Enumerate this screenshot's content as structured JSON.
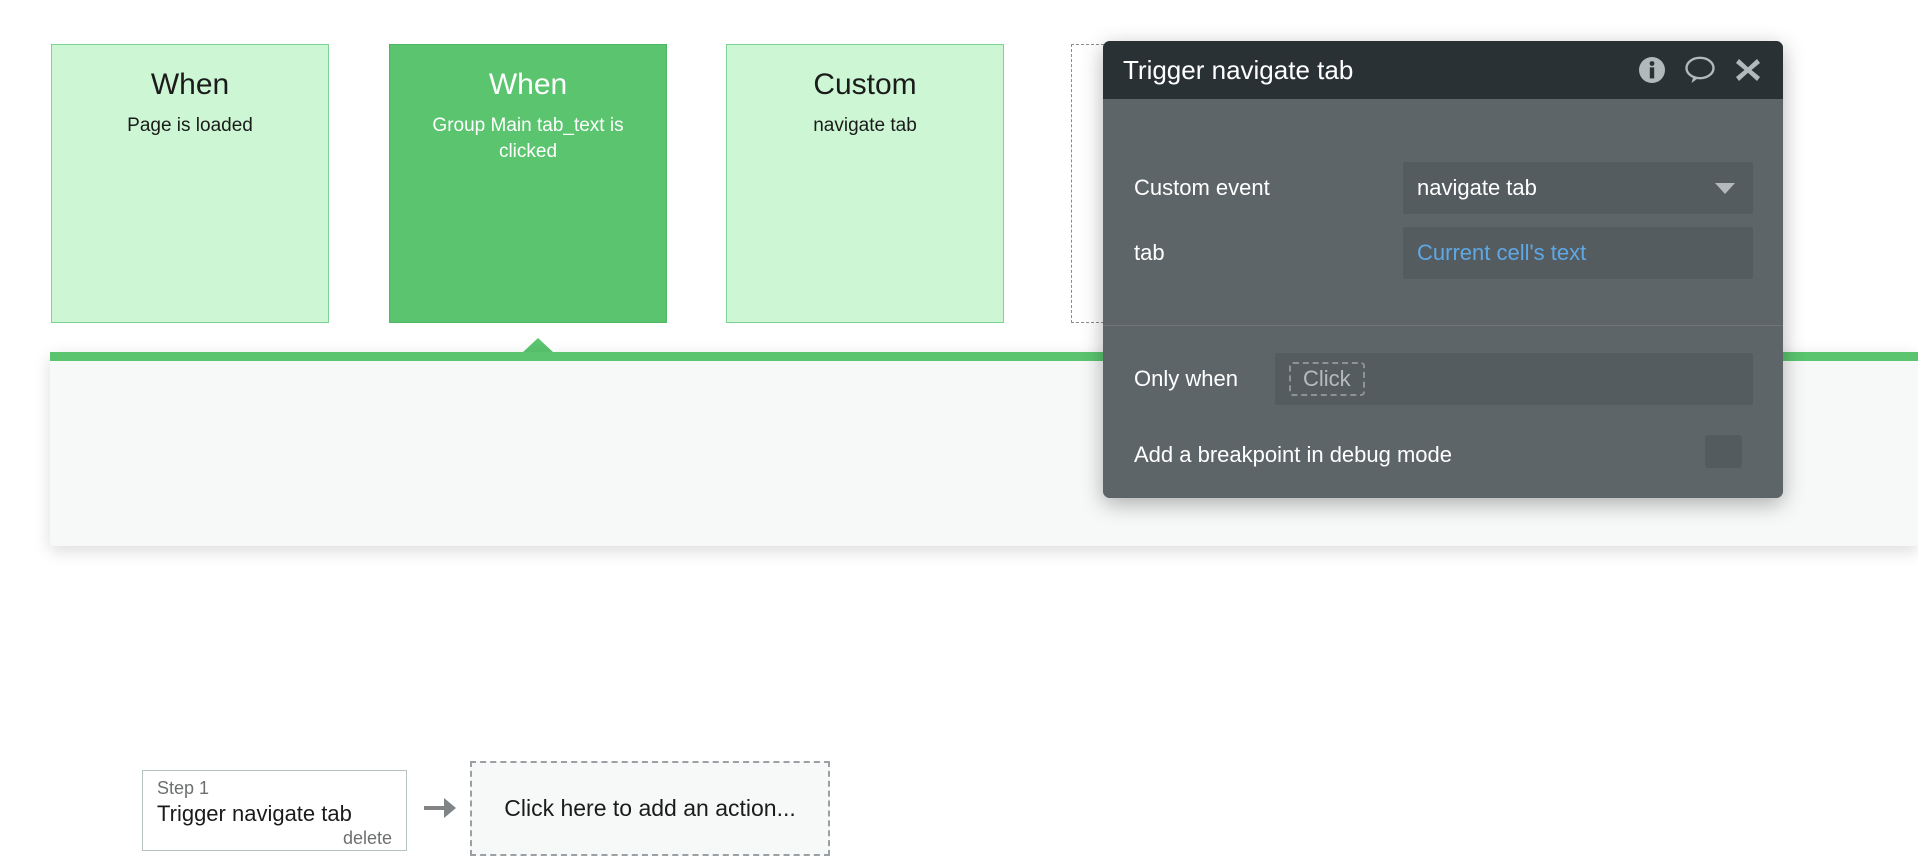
{
  "events": {
    "cards": [
      {
        "title": "When",
        "subtitle": "Page is loaded",
        "state": "light",
        "name": "event-card-page-is-loaded"
      },
      {
        "title": "When",
        "subtitle": "Group Main tab_text is clicked",
        "state": "selected",
        "name": "event-card-group-main-tab-text-clicked"
      },
      {
        "title": "Custom",
        "subtitle": "navigate tab",
        "state": "light",
        "name": "event-card-custom-navigate-tab"
      },
      {
        "title": "",
        "subtitle": "",
        "state": "empty",
        "name": "event-card-empty-placeholder"
      }
    ]
  },
  "workflow": {
    "step": {
      "label": "Step 1",
      "title": "Trigger navigate tab",
      "delete_label": "delete"
    },
    "add_action_label": "Click here to add an action...",
    "arrow_icon": "arrow-right-icon"
  },
  "property_panel": {
    "title": "Trigger navigate tab",
    "header_icons": [
      {
        "name": "info-icon",
        "glyph": "i"
      },
      {
        "name": "comment-icon",
        "glyph": "speech-bubble"
      },
      {
        "name": "close-icon",
        "glyph": "✕"
      }
    ],
    "fields": {
      "custom_event": {
        "label": "Custom event",
        "value": "navigate tab",
        "dropdown_icon": "chevron-down-icon"
      },
      "tab": {
        "label": "tab",
        "value": "Current cell's text"
      },
      "only_when": {
        "label": "Only when",
        "chip": "Click"
      },
      "breakpoint": {
        "label": "Add a breakpoint in debug mode",
        "checked": false
      }
    }
  },
  "colors": {
    "accent_green": "#5ac46f",
    "card_light_green": "#cdf7d4",
    "panel_header_dark": "#2a3134",
    "panel_body_gray": "#5e6568",
    "field_gray": "#555c60",
    "dynamic_blue": "#5ea8e5"
  }
}
